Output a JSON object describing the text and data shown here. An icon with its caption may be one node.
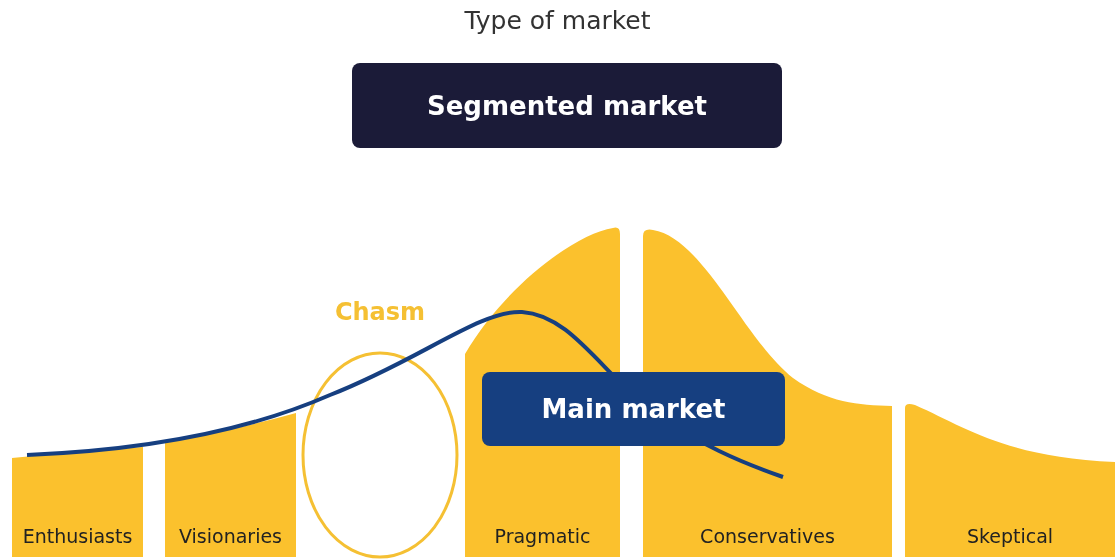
{
  "diagram": {
    "title": "Type of market",
    "nodes": [
      {
        "text": [
          "Segmented market"
        ]
      },
      {
        "text": [
          "Chasm"
        ]
      },
      {
        "text": [
          "Main market"
        ]
      },
      {
        "text": [
          "Enthusiasts"
        ]
      },
      {
        "text": [
          "Visionaries"
        ]
      },
      {
        "text": [
          "Pragmatic"
        ]
      },
      {
        "text": [
          "Conservatives"
        ]
      },
      {
        "text": [
          "Skeptical"
        ]
      }
    ],
    "edges": []
  }
}
